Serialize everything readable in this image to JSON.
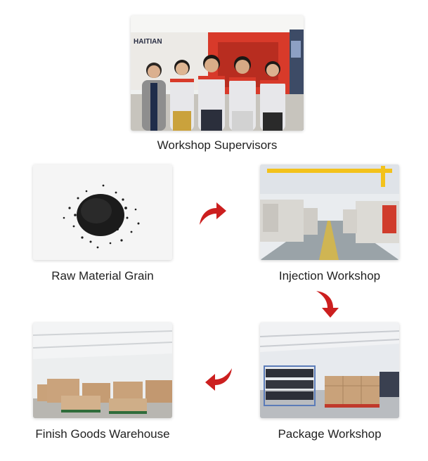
{
  "steps": {
    "supervisors": {
      "caption": "Workshop Supervisors",
      "sign_text": "HAITIAN"
    },
    "raw_material": {
      "caption": "Raw Material Grain"
    },
    "injection": {
      "caption": "Injection Workshop"
    },
    "package": {
      "caption": "Package Workshop"
    },
    "warehouse": {
      "caption": "Finish Goods Warehouse"
    }
  },
  "colors": {
    "arrow": "#cc1f1f",
    "uniform_shirt": "#e7e7ea",
    "machine_red": "#d83a2a",
    "crane_yellow": "#f3c21b",
    "cardboard": "#c9a27a"
  },
  "icons": {
    "flow_arrow": "curved-arrow-icon"
  }
}
